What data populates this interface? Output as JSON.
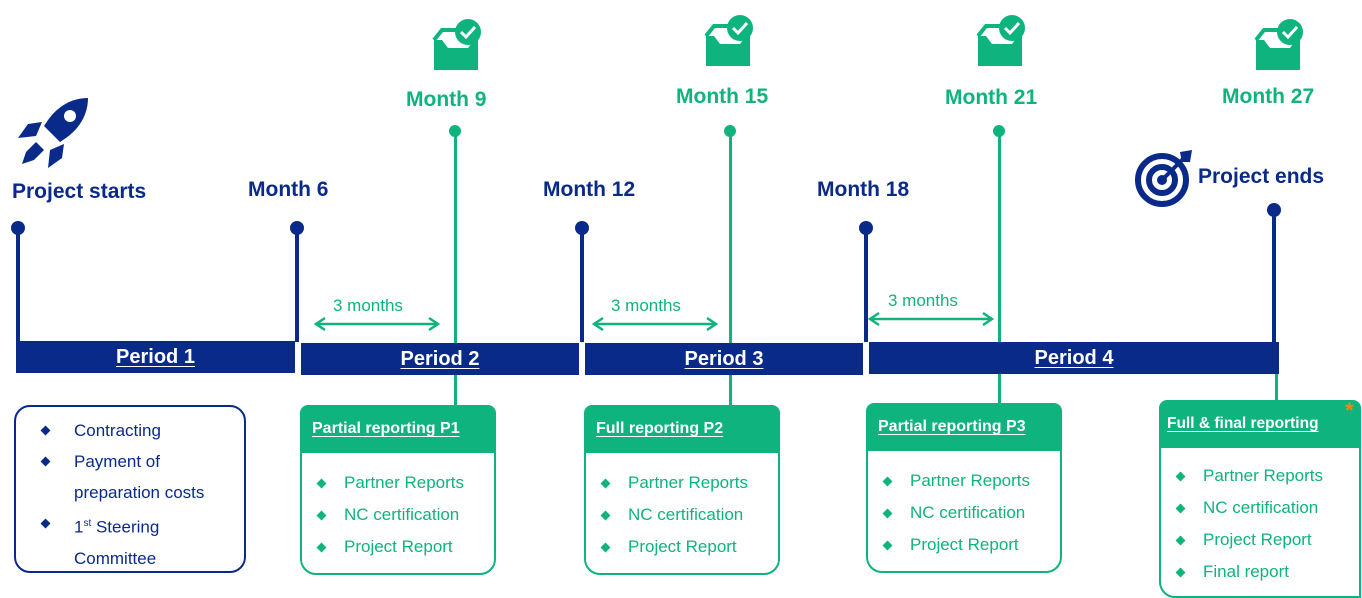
{
  "colors": {
    "navy": "#0a2a8a",
    "green": "#0fb37e",
    "asterisk": "#f58220"
  },
  "milestones_top": {
    "start": "Project starts",
    "m6": "Month 6",
    "m12": "Month 12",
    "m18": "Month 18",
    "end": "Project ends"
  },
  "milestones_report": {
    "m9": "Month 9",
    "m15": "Month 15",
    "m21": "Month 21",
    "m27": "Month 27"
  },
  "icons": {
    "start": "rocket-icon",
    "end": "target-icon",
    "report": "inbox-check-icon"
  },
  "periods": [
    "Period 1",
    "Period 2",
    "Period 3",
    "Period 4"
  ],
  "interval_label": "3 months",
  "period1_box": {
    "items": [
      "Contracting",
      "Payment of",
      "preparation costs",
      "1",
      "st",
      " Steering",
      "Committee"
    ]
  },
  "reports": [
    {
      "title": "Partial reporting P1",
      "items": [
        "Partner Reports",
        "NC certification",
        "Project Report"
      ]
    },
    {
      "title": "Full reporting P2",
      "items": [
        "Partner Reports",
        "NC certification",
        "Project Report"
      ]
    },
    {
      "title": "Partial reporting P3",
      "items": [
        "Partner Reports",
        "NC certification",
        "Project Report"
      ]
    },
    {
      "title": "Full & final reporting",
      "items": [
        "Partner Reports",
        "NC certification",
        "Project Report",
        "Final report"
      ]
    }
  ],
  "asterisk": "*"
}
